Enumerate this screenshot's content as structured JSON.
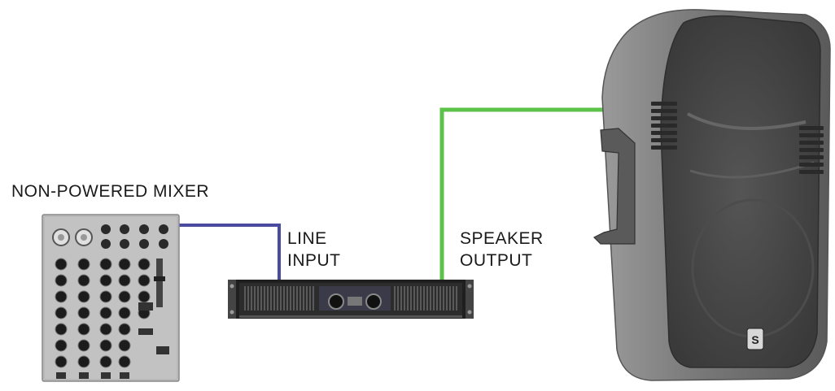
{
  "labels": {
    "mixer": "NON-POWERED MIXER",
    "line_input_1": "LINE",
    "line_input_2": "INPUT",
    "speaker_output_1": "SPEAKER",
    "speaker_output_2": "OUTPUT"
  },
  "speaker_logo": "S",
  "colors": {
    "line_cable": "#4a4aa0",
    "speaker_cable": "#5cc24a",
    "mixer_body": "#b8b8b8",
    "amp_body": "#2a2a2a",
    "speaker_body": "#6e6e6e"
  },
  "icons": [
    "mixer-icon",
    "amplifier-icon",
    "speaker-icon"
  ]
}
